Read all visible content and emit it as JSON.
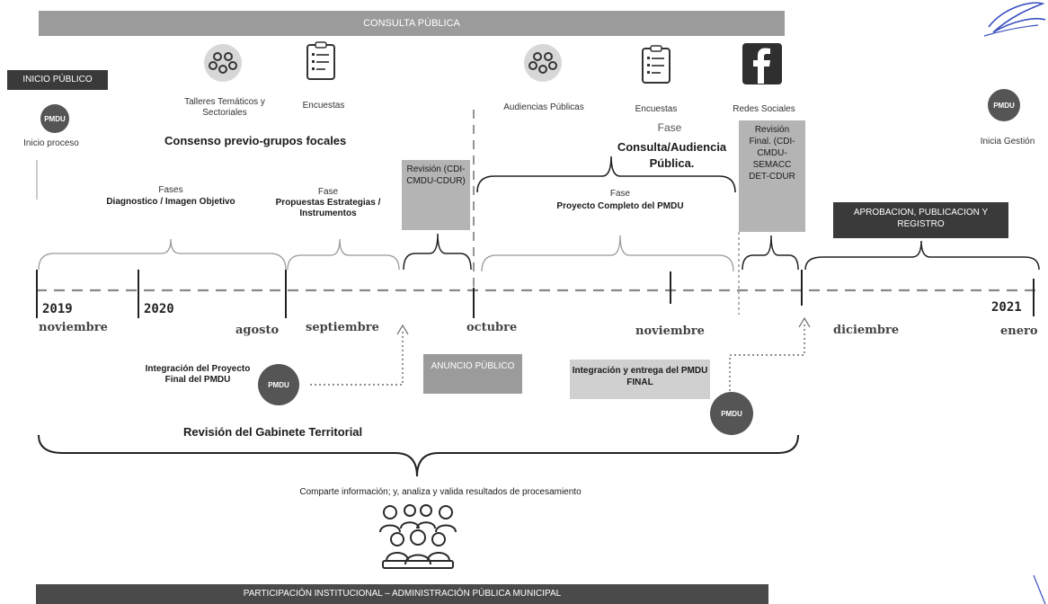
{
  "consulta_publica": "CONSULTA PÚBLICA",
  "inicio_publico": "INICIO PÚBLICO",
  "pmdu": "PMDU",
  "inicio_proceso": "Inicio proceso",
  "talleres": "Talleres Temáticos y Sectoriales",
  "encuestas_1": "Encuestas",
  "consenso": "Consenso previo-grupos focales",
  "audiencias": "Audiencias Públicas",
  "encuestas_2": "Encuestas",
  "redes": "Redes Sociales",
  "inicia_gestion": "Inicia Gestión",
  "fase_consulta_word": "Fase",
  "fase_consulta_title": "Consulta/Audiencia Pública.",
  "fases_diag_word": "Fases",
  "fases_diag_title": "Diagnostico / Imagen Objetivo",
  "fase_prop_word": "Fase",
  "fase_prop_title": "Propuestas Estrategias / Instrumentos",
  "revision_1": "Revisión (CDI-CMDU-CDUR)",
  "fase_proy_word": "Fase",
  "fase_proy_title": "Proyecto Completo del PMDU",
  "revision_final": "Revisión Final. (CDI-CMDU-SEMACC DET-CDUR",
  "aprobacion": "APROBACION, PUBLICACION Y REGISTRO",
  "years": {
    "y2019": "2019",
    "y2020": "2020",
    "y2021": "2021"
  },
  "months": {
    "noviembre": "noviembre",
    "agosto": "agosto",
    "septiembre": "septiembre",
    "octubre": "octubre",
    "noviembre2": "noviembre",
    "diciembre": "diciembre",
    "enero": "enero"
  },
  "integracion_1": "Integración del Proyecto Final del PMDU",
  "anuncio": "ANUNCIO PÚBLICO",
  "integracion_2": "Integración y entrega del PMDU FINAL",
  "revision_gabinete": "Revisión del Gabinete Territorial",
  "comparte": "Comparte información; y, analiza y valida resultados de procesamiento",
  "participacion": "PARTICIPACIÓN INSTITUCIONAL – ADMINISTRACIÓN PÚBLICA MUNICIPAL"
}
